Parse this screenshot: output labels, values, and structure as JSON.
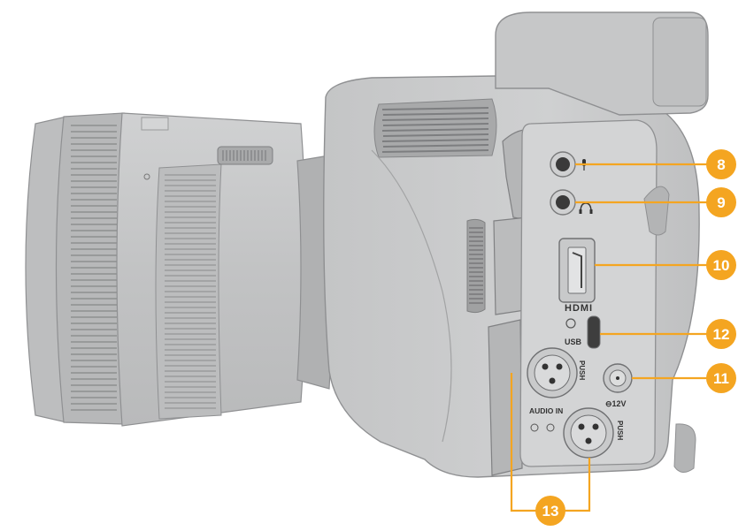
{
  "colors": {
    "body": "#c9cacb",
    "body_dark": "#b3b4b5",
    "outline": "#8f9092",
    "panel": "#d7d8d9",
    "port_dark": "#3a3a3a",
    "accent": "#f4a521"
  },
  "port_labels": {
    "hdmi": "HDMI",
    "usb": "USB",
    "power": "⊖12V",
    "audio_in": "AUDIO IN",
    "push_upper": "PUSH",
    "push_lower": "PUSH"
  },
  "callouts": [
    {
      "id": "c8",
      "label": "8"
    },
    {
      "id": "c9",
      "label": "9"
    },
    {
      "id": "c10",
      "label": "10"
    },
    {
      "id": "c12",
      "label": "12"
    },
    {
      "id": "c11",
      "label": "11"
    },
    {
      "id": "c13",
      "label": "13"
    }
  ],
  "icons": {
    "microphone": "microphone-icon",
    "headphones": "headphones-icon"
  }
}
